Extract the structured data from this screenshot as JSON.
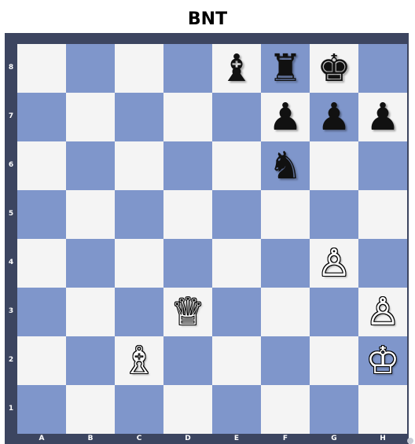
{
  "title": "BNT",
  "ranks": [
    "8",
    "7",
    "6",
    "5",
    "4",
    "3",
    "2",
    "1"
  ],
  "files": [
    "A",
    "B",
    "C",
    "D",
    "E",
    "F",
    "G",
    "H"
  ],
  "colors": {
    "light_square": "#f4f4f4",
    "dark_square": "#7f96cb",
    "frame": "#3c4560"
  },
  "pieces": {
    "e8": {
      "color": "black",
      "type": "bishop",
      "glyph": "♝"
    },
    "f8": {
      "color": "black",
      "type": "rook",
      "glyph": "♜"
    },
    "g8": {
      "color": "black",
      "type": "king",
      "glyph": "♚"
    },
    "f7": {
      "color": "black",
      "type": "pawn",
      "glyph": "♟"
    },
    "g7": {
      "color": "black",
      "type": "pawn",
      "glyph": "♟"
    },
    "h7": {
      "color": "black",
      "type": "pawn",
      "glyph": "♟"
    },
    "f6": {
      "color": "black",
      "type": "knight",
      "glyph": "♞"
    },
    "g4": {
      "color": "white",
      "type": "pawn",
      "glyph": "♙"
    },
    "d3": {
      "color": "white",
      "type": "queen",
      "glyph": "♕"
    },
    "h3": {
      "color": "white",
      "type": "pawn",
      "glyph": "♙"
    },
    "c2": {
      "color": "white",
      "type": "bishop",
      "glyph": "♗"
    },
    "h2": {
      "color": "white",
      "type": "king",
      "glyph": "♔"
    }
  }
}
